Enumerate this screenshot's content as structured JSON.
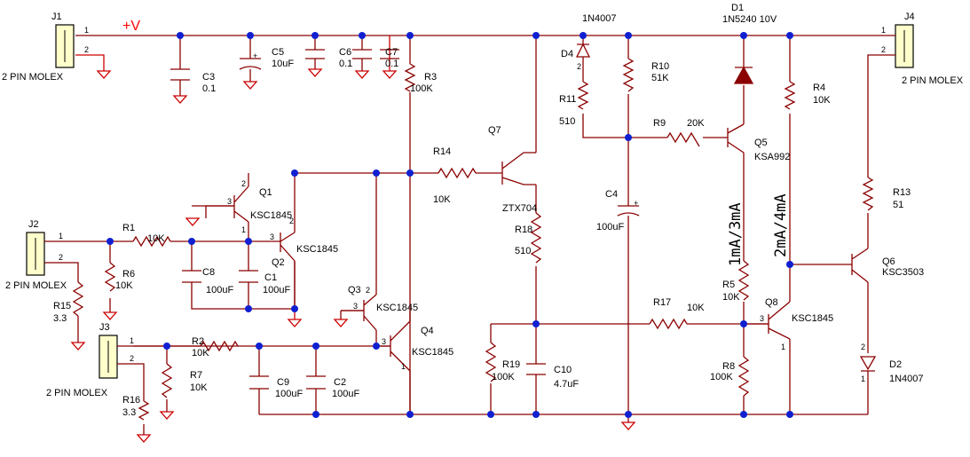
{
  "supply_label": "+V",
  "connectors": {
    "j1": {
      "ref": "J1",
      "desc": "2 PIN MOLEX",
      "pin1": "1",
      "pin2": "2"
    },
    "j2": {
      "ref": "J2",
      "desc": "2 PIN MOLEX",
      "pin1": "1",
      "pin2": "2"
    },
    "j3": {
      "ref": "J3",
      "desc": "2 PIN MOLEX",
      "pin1": "1",
      "pin2": "2"
    },
    "j4": {
      "ref": "J4",
      "desc": "2 PIN MOLEX",
      "pin1": "1",
      "pin2": "2"
    }
  },
  "capacitors": {
    "c1": {
      "ref": "C1",
      "value": "100uF"
    },
    "c2": {
      "ref": "C2",
      "value": "100uF"
    },
    "c3": {
      "ref": "C3",
      "value": "0.1"
    },
    "c4": {
      "ref": "C4",
      "value": "100uF"
    },
    "c5": {
      "ref": "C5",
      "value": "10uF"
    },
    "c6": {
      "ref": "C6",
      "value": "0.1"
    },
    "c7": {
      "ref": "C7",
      "value": "0.1"
    },
    "c8": {
      "ref": "C8",
      "value": "100uF"
    },
    "c9": {
      "ref": "C9",
      "value": "100uF"
    },
    "c10": {
      "ref": "C10",
      "value": "4.7uF"
    }
  },
  "resistors": {
    "r1": {
      "ref": "R1",
      "value": "10K"
    },
    "r2": {
      "ref": "R2",
      "value": "10K"
    },
    "r3": {
      "ref": "R3",
      "value": "100K"
    },
    "r4": {
      "ref": "R4",
      "value": "10K"
    },
    "r5": {
      "ref": "R5",
      "value": "10K"
    },
    "r6": {
      "ref": "R6",
      "value": "10K"
    },
    "r7": {
      "ref": "R7",
      "value": "10K"
    },
    "r8": {
      "ref": "R8",
      "value": "100K"
    },
    "r9": {
      "ref": "R9",
      "value": "20K"
    },
    "r10": {
      "ref": "R10",
      "value": "51K"
    },
    "r11": {
      "ref": "R11",
      "value": "510"
    },
    "r13": {
      "ref": "R13",
      "value": "51"
    },
    "r14": {
      "ref": "R14",
      "value": "10K"
    },
    "r15": {
      "ref": "R15",
      "value": "3.3"
    },
    "r16": {
      "ref": "R16",
      "value": "3.3"
    },
    "r17": {
      "ref": "R17",
      "value": "10K"
    },
    "r18": {
      "ref": "R18",
      "value": "510"
    },
    "r19": {
      "ref": "R19",
      "value": "100K"
    }
  },
  "transistors": {
    "q1": {
      "ref": "Q1",
      "part": "KSC1845"
    },
    "q2": {
      "ref": "Q2",
      "part": "KSC1845"
    },
    "q3": {
      "ref": "Q3",
      "part": "KSC1845"
    },
    "q4": {
      "ref": "Q4",
      "part": "KSC1845"
    },
    "q5": {
      "ref": "Q5",
      "part": "KSA992"
    },
    "q6": {
      "ref": "Q6",
      "part": "KSC3503"
    },
    "q7": {
      "ref": "Q7",
      "part": "ZTX704"
    },
    "q8": {
      "ref": "Q8",
      "part": "KSC1845"
    }
  },
  "diodes": {
    "d1": {
      "ref": "D1",
      "part": "1N5240 10V"
    },
    "d2": {
      "ref": "D2",
      "part": "1N4007"
    },
    "d4": {
      "ref": "D4",
      "part": "1N4007"
    }
  },
  "pin_numbers": {
    "one": "1",
    "two": "2",
    "three": "3"
  },
  "annotations": {
    "current_a": "1mA/3mA",
    "current_b": "2mA/4mA"
  }
}
